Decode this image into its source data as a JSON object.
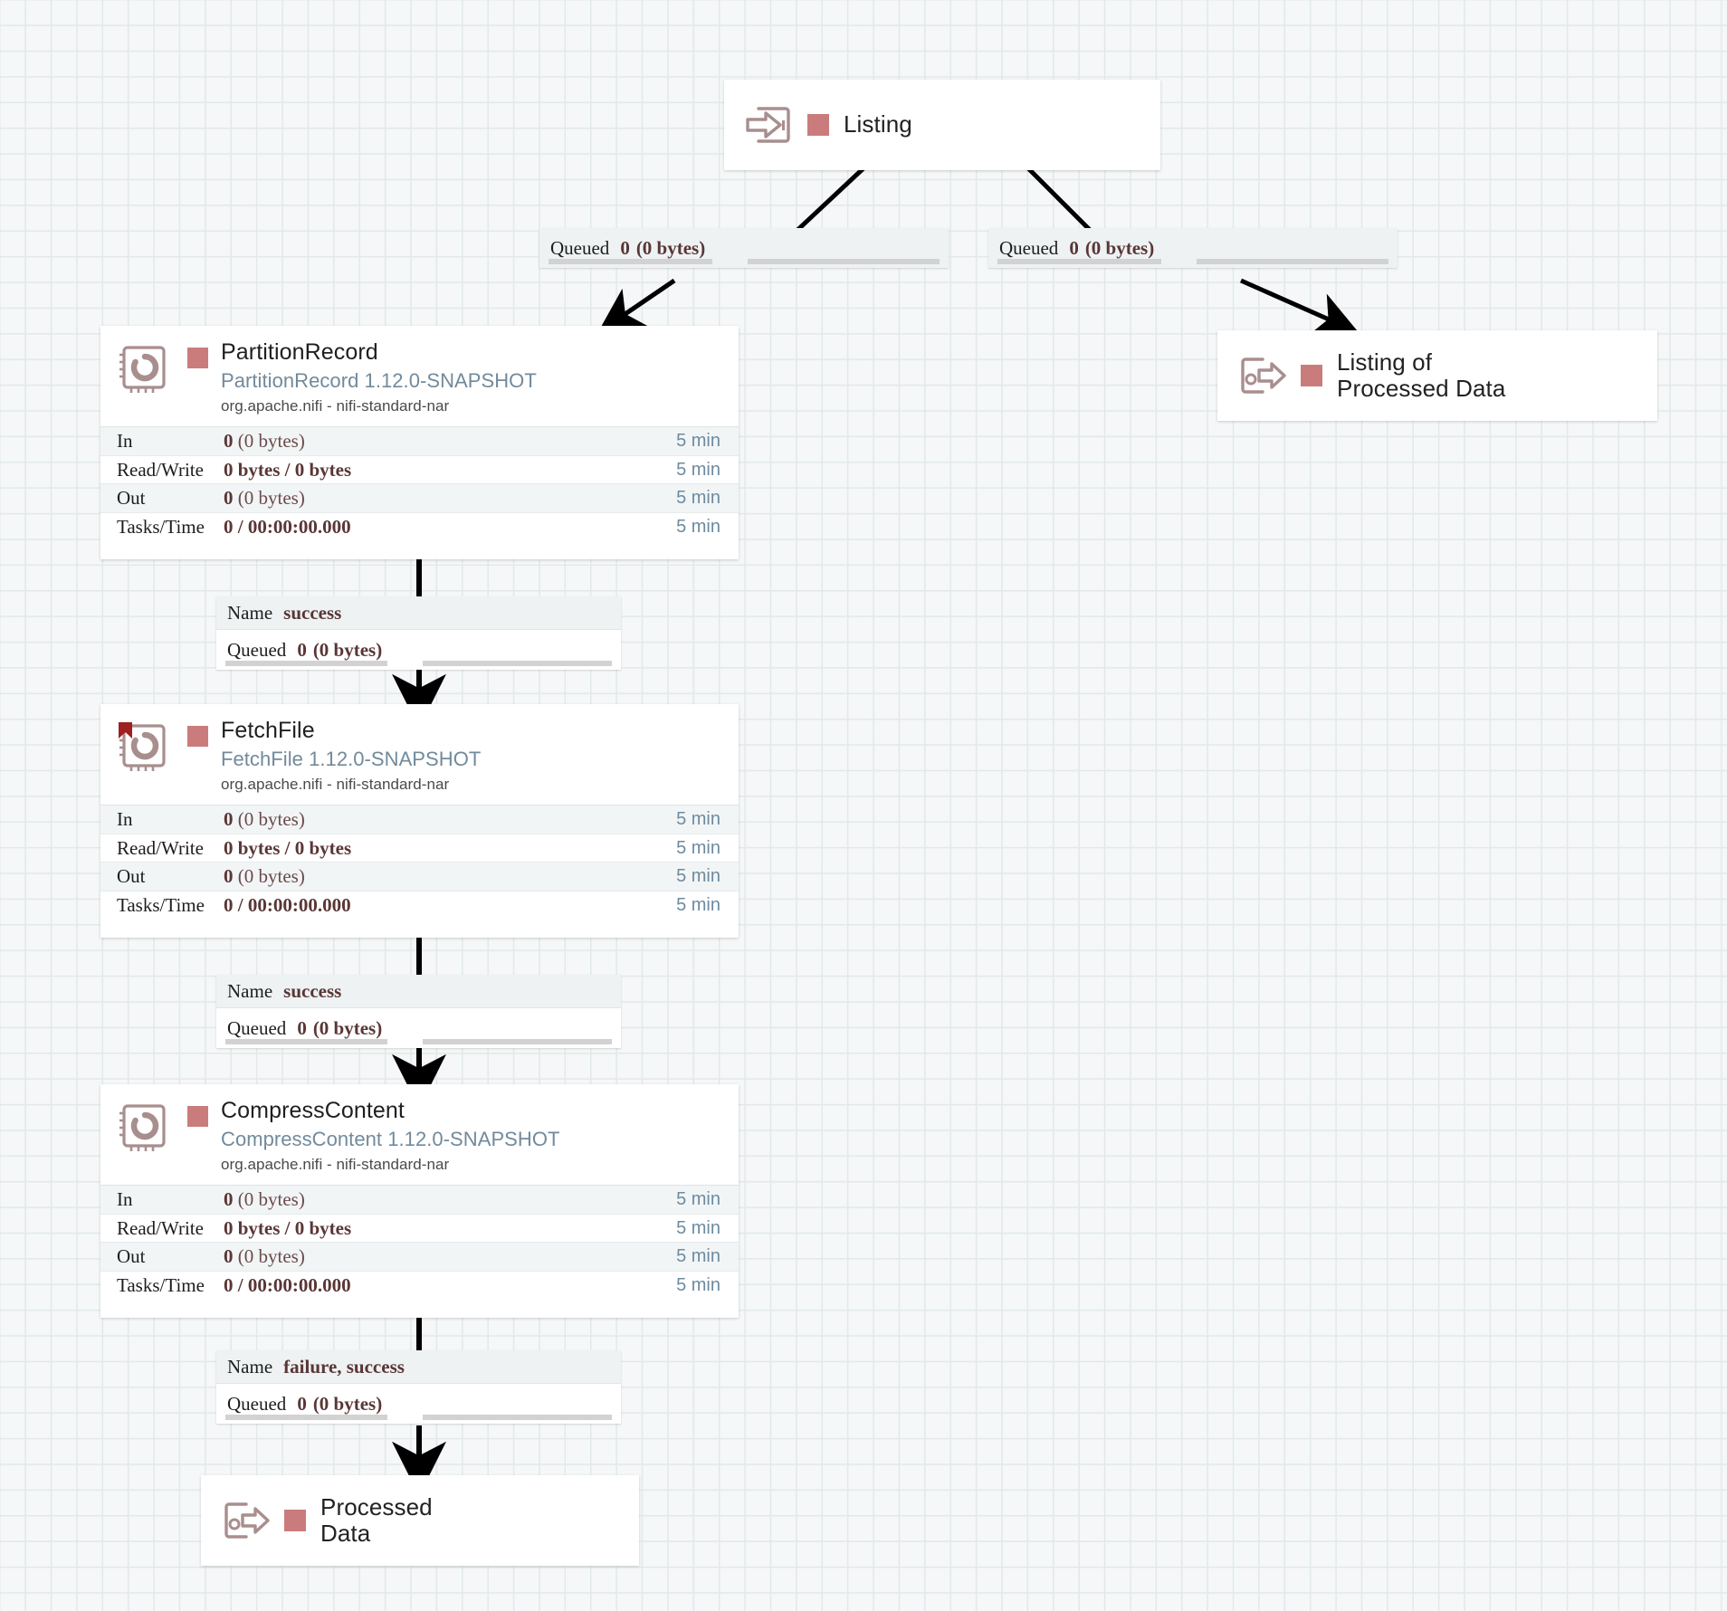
{
  "canvas": {
    "background": "#f5f7f8",
    "grid_color": "#e2e9e9",
    "accent_swatch": "#ca7c7c"
  },
  "nodes": [
    {
      "id": "listing-input-port",
      "kind": "input-port",
      "label": "Listing",
      "icon": "input-port-icon"
    },
    {
      "id": "listing-of-processed-data-output-port",
      "kind": "output-port",
      "label": "Listing of\nProcessed Data",
      "icon": "output-port-icon"
    },
    {
      "id": "processed-data-output-port",
      "kind": "output-port",
      "label": "Processed\nData",
      "icon": "output-port-icon"
    }
  ],
  "processors": [
    {
      "id": "partitionrecord",
      "name": "PartitionRecord",
      "type": "PartitionRecord 1.12.0-SNAPSHOT",
      "bundle": "org.apache.nifi - nifi-standard-nar",
      "has_bulletin": false,
      "stats": [
        {
          "label": "In",
          "value": "0",
          "detail": " (0 bytes)",
          "time": "5 min"
        },
        {
          "label": "Read/Write",
          "value": "0 bytes / 0 bytes",
          "detail": "",
          "time": "5 min"
        },
        {
          "label": "Out",
          "value": "0",
          "detail": " (0 bytes)",
          "time": "5 min"
        },
        {
          "label": "Tasks/Time",
          "value": "0 / 00:00:00.000",
          "detail": "",
          "time": "5 min"
        }
      ]
    },
    {
      "id": "fetchfile",
      "name": "FetchFile",
      "type": "FetchFile 1.12.0-SNAPSHOT",
      "bundle": "org.apache.nifi - nifi-standard-nar",
      "has_bulletin": true,
      "stats": [
        {
          "label": "In",
          "value": "0",
          "detail": " (0 bytes)",
          "time": "5 min"
        },
        {
          "label": "Read/Write",
          "value": "0 bytes / 0 bytes",
          "detail": "",
          "time": "5 min"
        },
        {
          "label": "Out",
          "value": "0",
          "detail": " (0 bytes)",
          "time": "5 min"
        },
        {
          "label": "Tasks/Time",
          "value": "0 / 00:00:00.000",
          "detail": "",
          "time": "5 min"
        }
      ]
    },
    {
      "id": "compresscontent",
      "name": "CompressContent",
      "type": "CompressContent 1.12.0-SNAPSHOT",
      "bundle": "org.apache.nifi - nifi-standard-nar",
      "has_bulletin": false,
      "stats": [
        {
          "label": "In",
          "value": "0",
          "detail": " (0 bytes)",
          "time": "5 min"
        },
        {
          "label": "Read/Write",
          "value": "0 bytes / 0 bytes",
          "detail": "",
          "time": "5 min"
        },
        {
          "label": "Out",
          "value": "0",
          "detail": " (0 bytes)",
          "time": "5 min"
        },
        {
          "label": "Tasks/Time",
          "value": "0 / 00:00:00.000",
          "detail": "",
          "time": "5 min"
        }
      ]
    }
  ],
  "connections": [
    {
      "id": "listing-to-partitionrecord",
      "queued_key": "Queued",
      "queued_count": "0",
      "queued_size": "(0 bytes)",
      "has_name_row": false
    },
    {
      "id": "listing-to-listing-of-processed-data",
      "queued_key": "Queued",
      "queued_count": "0",
      "queued_size": "(0 bytes)",
      "has_name_row": false
    },
    {
      "id": "partitionrecord-to-fetchfile",
      "name_key": "Name",
      "name_value": "success",
      "queued_key": "Queued",
      "queued_count": "0",
      "queued_size": "(0 bytes)",
      "has_name_row": true
    },
    {
      "id": "fetchfile-to-compresscontent",
      "name_key": "Name",
      "name_value": "success",
      "queued_key": "Queued",
      "queued_count": "0",
      "queued_size": "(0 bytes)",
      "has_name_row": true
    },
    {
      "id": "compresscontent-to-processed-data",
      "name_key": "Name",
      "name_value": "failure, success",
      "queued_key": "Queued",
      "queued_count": "0",
      "queued_size": "(0 bytes)",
      "has_name_row": true
    }
  ]
}
